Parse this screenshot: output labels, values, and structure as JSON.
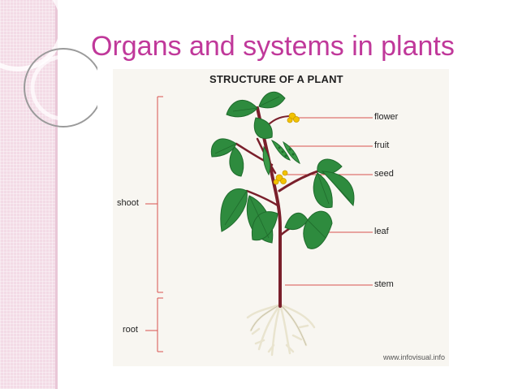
{
  "slide": {
    "title": "Organs and systems in plants"
  },
  "diagram": {
    "title": "STRUCTURE OF A PLANT",
    "labels": {
      "flower": "flower",
      "fruit": "fruit",
      "seed": "seed",
      "leaf": "leaf",
      "stem": "stem",
      "shoot": "shoot",
      "root": "root"
    },
    "credit": "www.infovisual.info"
  },
  "colors": {
    "title": "#c0389a",
    "leader_line": "#d9534f",
    "leaf": "#2e8b3e",
    "stem": "#7a1f2b",
    "flower": "#f2c200"
  }
}
